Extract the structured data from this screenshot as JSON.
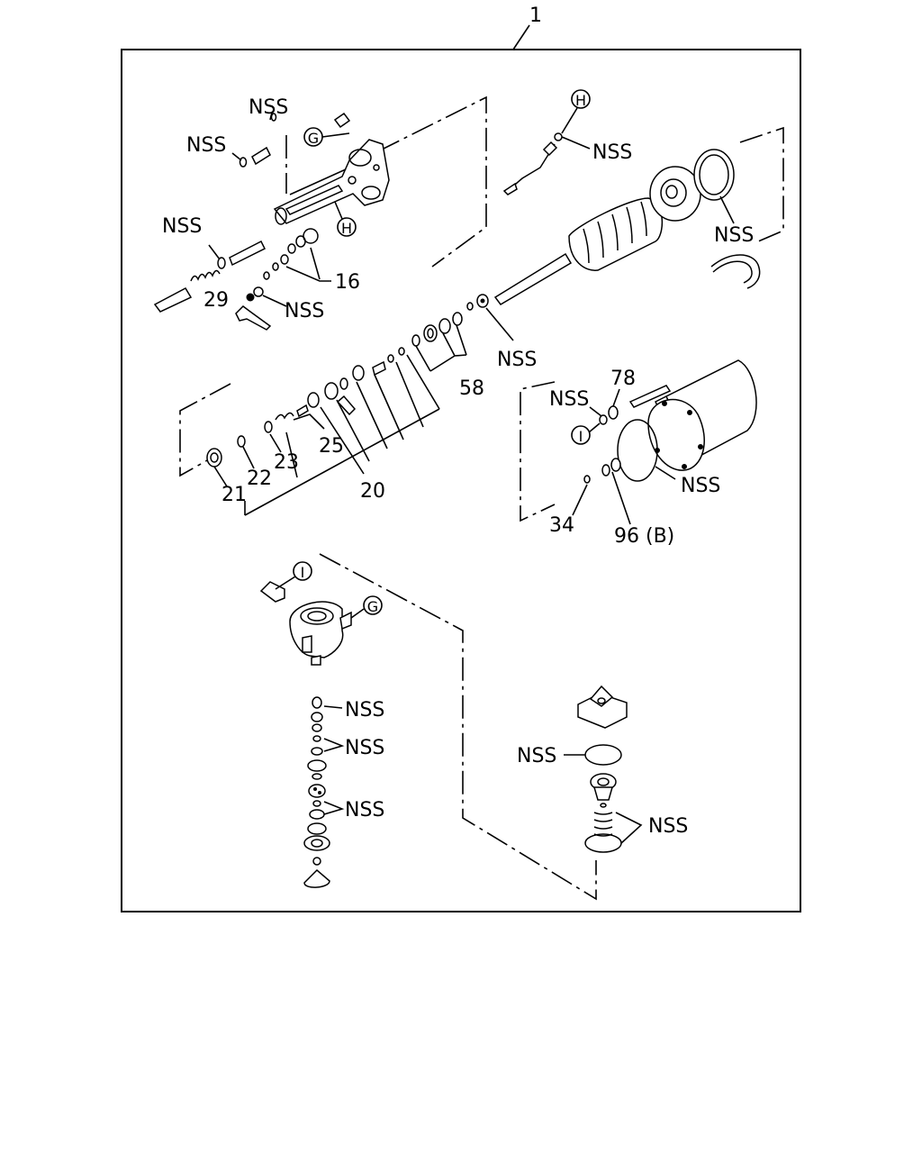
{
  "diagram": {
    "assembly_label": "1",
    "refs": {
      "g": "G",
      "h": "H",
      "i": "I"
    },
    "labels": {
      "nss": "NSS",
      "p16": "16",
      "p20": "20",
      "p21": "21",
      "p22": "22",
      "p23": "23",
      "p25": "25",
      "p29": "29",
      "p34": "34",
      "p58": "58",
      "p78": "78",
      "p96": "96 (B)"
    }
  }
}
